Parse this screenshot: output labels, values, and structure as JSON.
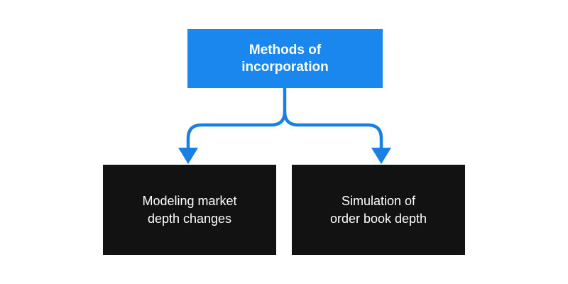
{
  "colors": {
    "root_fill": "#1a87ef",
    "root_text": "#ffffff",
    "child_fill": "#121212",
    "child_text": "#ffffff",
    "connector": "#1a7fe3",
    "background": "#ffffff"
  },
  "diagram": {
    "root": {
      "label": "Methods of\nincorporation"
    },
    "children": [
      {
        "label": "Modeling market\ndepth changes"
      },
      {
        "label": "Simulation of\norder book depth"
      }
    ]
  }
}
